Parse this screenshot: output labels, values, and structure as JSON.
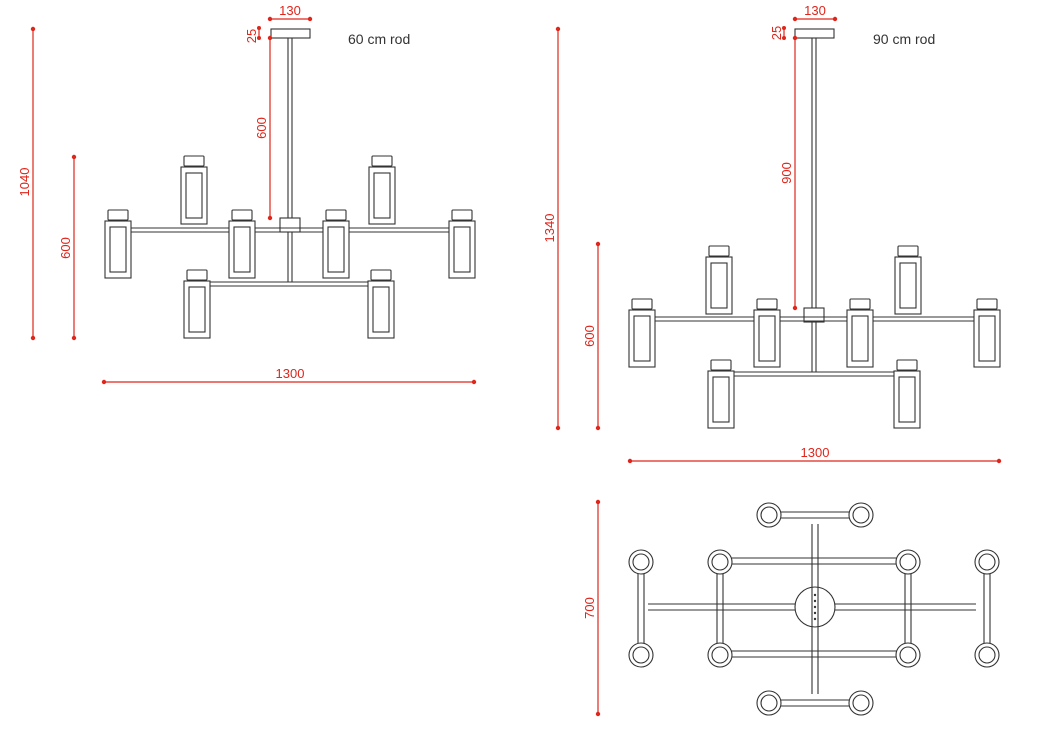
{
  "colors": {
    "dimension": "#e0251b",
    "drawing": "#333333",
    "background": "#ffffff"
  },
  "view_60": {
    "caption": "60 cm rod",
    "dim_canopy_width": "130",
    "dim_canopy_height": "25",
    "dim_rod_length": "600",
    "dim_total_height": "1040",
    "dim_body_height": "600",
    "dim_width": "1300"
  },
  "view_90": {
    "caption": "90 cm rod",
    "dim_canopy_width": "130",
    "dim_canopy_height": "25",
    "dim_rod_length": "900",
    "dim_total_height": "1340",
    "dim_body_height": "600",
    "dim_width": "1300"
  },
  "top_view": {
    "dim_depth": "700"
  }
}
